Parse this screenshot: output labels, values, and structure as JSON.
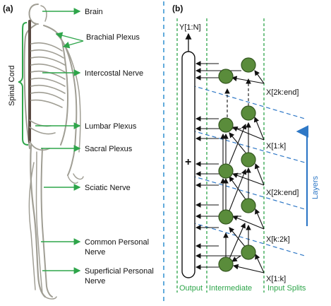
{
  "panel_a": {
    "label": "(a)",
    "spinal_cord": "Spinal Cord",
    "labels": [
      "Brain",
      "Brachial Plexus",
      "Intercostal Nerve",
      "Lumbar Plexus",
      "Sacral Plexus",
      "Sciatic Nerve",
      "Common Personal",
      "Nerve",
      "Superficial Personal",
      "Nerve"
    ]
  },
  "panel_b": {
    "label": "(b)",
    "output_top": "Y[1:N]",
    "plus": "+",
    "split_labels": [
      "X[2k:end]",
      "X[1:k]",
      "X[2k:end]",
      "X[k:2k]",
      "X[1:k]"
    ],
    "layers": "Layers",
    "columns": [
      "Output",
      "Intermediate",
      "Input Splits"
    ]
  },
  "colors": {
    "arrow_green": "#2ea54a",
    "node_fill": "#5a8c3b",
    "node_stroke": "#33561f",
    "dashed_blue": "#2f78c6",
    "column_green": "#2ea54a",
    "nerve": "#a09e94"
  }
}
